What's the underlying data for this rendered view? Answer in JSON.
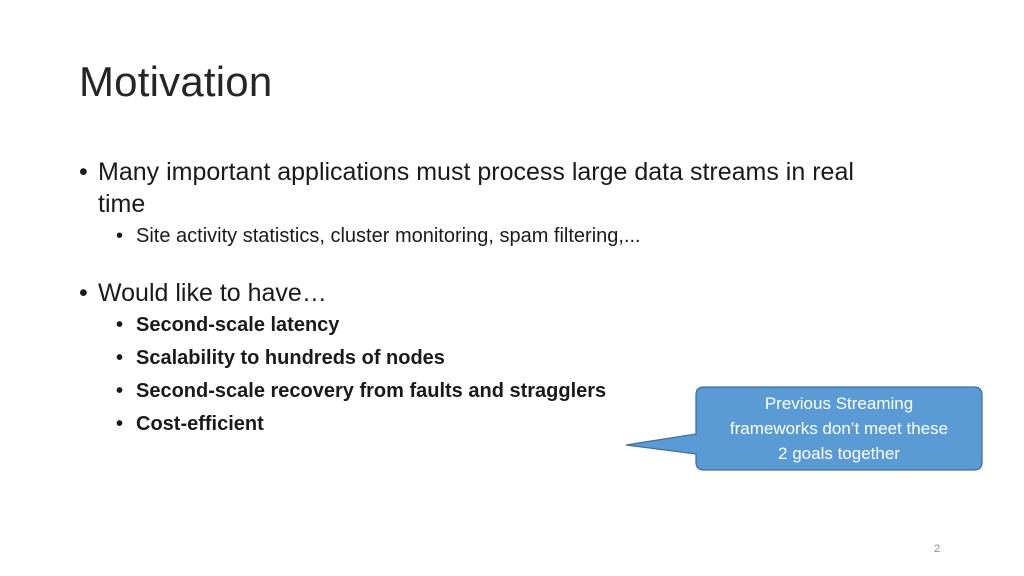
{
  "slide": {
    "title": "Motivation",
    "bullets": [
      {
        "text": "Many important applications must process large data streams in real",
        "text_line2": "time",
        "sub": [
          "Site activity statistics, cluster monitoring, spam filtering,..."
        ]
      },
      {
        "text": "Would like to have…",
        "sub": [
          "Second-scale latency",
          "Scalability to hundreds of nodes",
          "Second-scale recovery from faults and stragglers",
          "Cost-efficient"
        ]
      }
    ],
    "bullet_glyph": "•",
    "callout": {
      "lines": [
        "Previous Streaming",
        "frameworks don’t meet these",
        "2 goals together"
      ],
      "fill": "#5b9bd5",
      "stroke": "#41719c"
    },
    "page_number": "2"
  }
}
